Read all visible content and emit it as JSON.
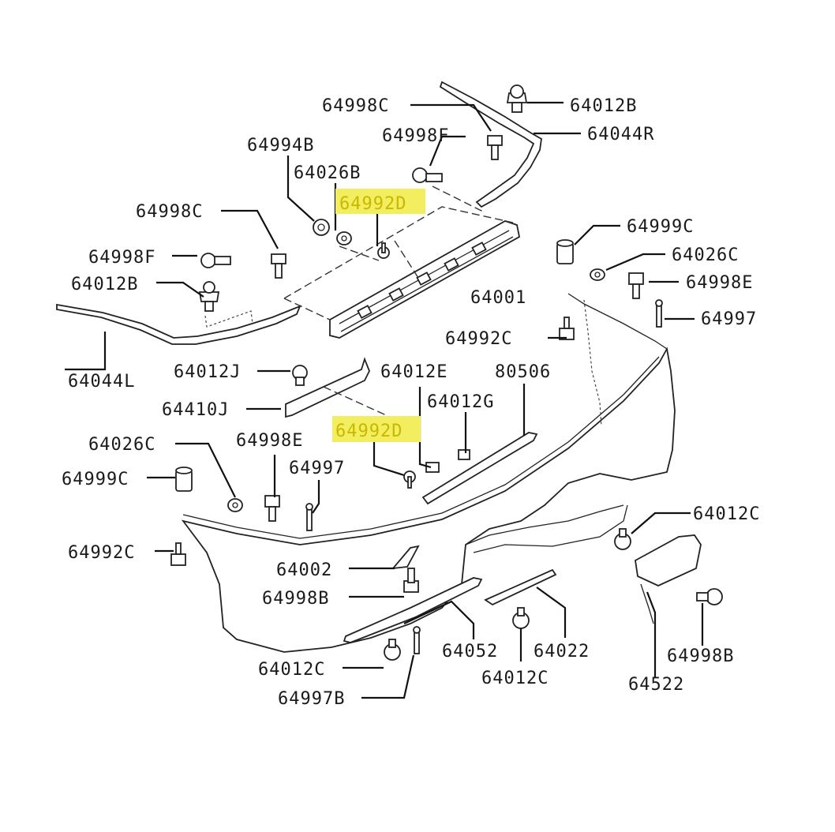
{
  "labels": {
    "p64998C_top": "64998C",
    "p64012B_top": "64012B",
    "p64044R": "64044R",
    "p64994B": "64994B",
    "p64998F_top": "64998F",
    "p64026B": "64026B",
    "p64992D_top": "64992D",
    "p64998C_left": "64998C",
    "p64999C_right": "64999C",
    "p64026C_right": "64026C",
    "p64998F_left": "64998F",
    "p64998E_right": "64998E",
    "p64012B_left": "64012B",
    "p64001": "64001",
    "p64997_right": "64997",
    "p64992C_mid": "64992C",
    "p64044L": "64044L",
    "p64012J": "64012J",
    "p64012E": "64012E",
    "p80506": "80506",
    "p64410J": "64410J",
    "p64012G": "64012G",
    "p64992D_mid": "64992D",
    "p64026C_left": "64026C",
    "p64998E_left": "64998E",
    "p64999C_left": "64999C",
    "p64997_left": "64997",
    "p64012C_right": "64012C",
    "p64992C_left": "64992C",
    "p64002": "64002",
    "p64998B_mid": "64998B",
    "p64052": "64052",
    "p64022": "64022",
    "p64998B_right": "64998B",
    "p64012C_bottom": "64012C",
    "p64012C_center": "64012C",
    "p64522": "64522",
    "p64997B": "64997B"
  },
  "highlight_color": "#f3ee5f"
}
